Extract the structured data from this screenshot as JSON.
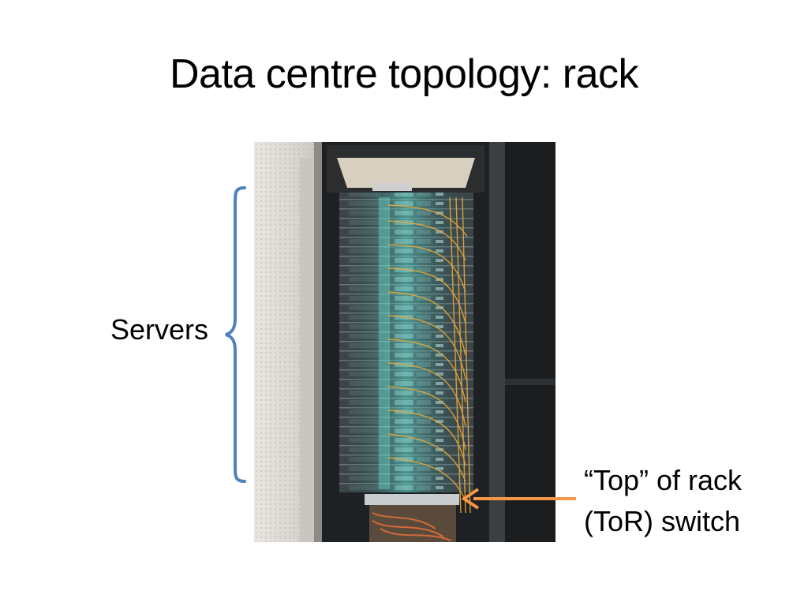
{
  "slide": {
    "title": "Data centre topology: rack"
  },
  "annotations": {
    "servers_label": "Servers",
    "tor_line1": "“Top” of rack",
    "tor_line2": "(ToR) switch"
  },
  "colors": {
    "brace": "#4f81bd",
    "arrow": "#f79646"
  }
}
